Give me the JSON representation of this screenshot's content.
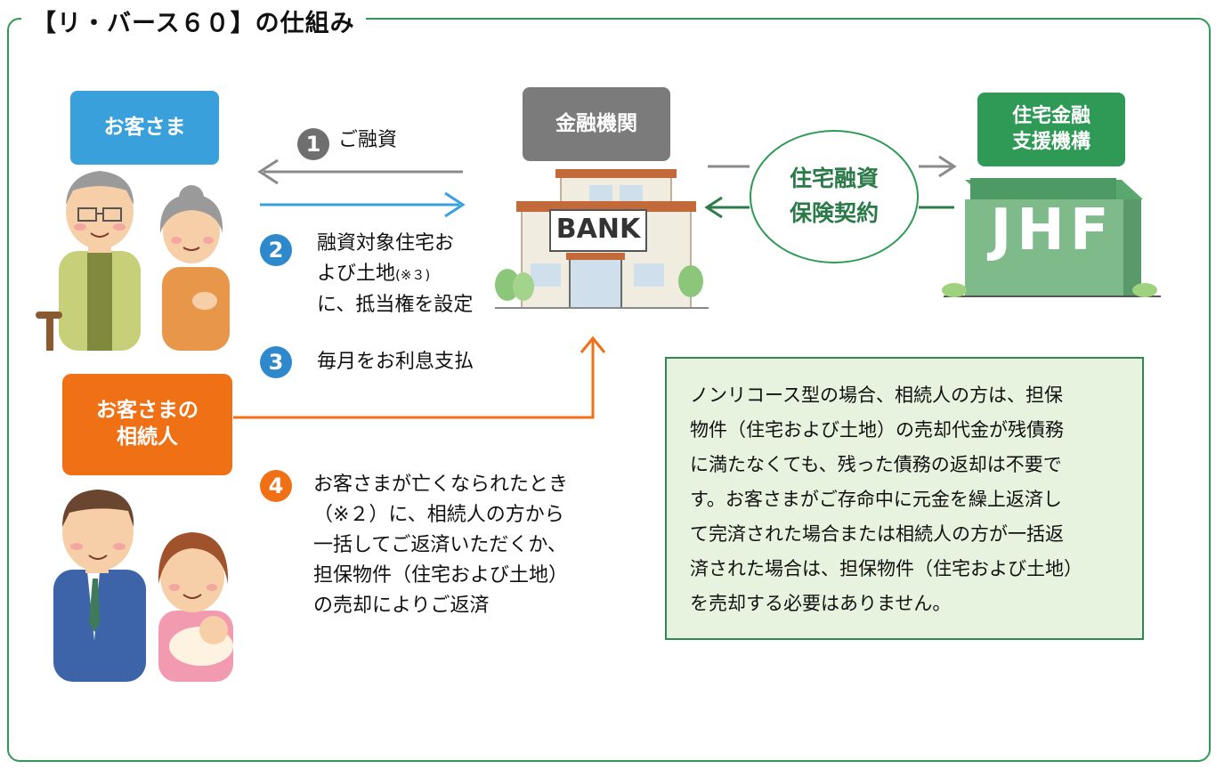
{
  "title": "【リ・バース６０】の仕組み",
  "nodes": {
    "customer": "お客さま",
    "bank": "金融機関",
    "bank_sign": "BANK",
    "thf_line1": "住宅金融",
    "thf_line2": "支援機構",
    "thf_sign": "JHF",
    "heir_line1": "お客さまの",
    "heir_line2": "相続人"
  },
  "contract": {
    "line1": "住宅融資",
    "line2": "保険契約"
  },
  "steps": [
    {
      "num": "1",
      "text": "ご融資"
    },
    {
      "num": "2",
      "line1": "融資対象住宅お",
      "line2a": "よび土地",
      "line2b": "(※３)",
      "line3": "に、抵当権を設定"
    },
    {
      "num": "3",
      "text": "毎月をお利息支払"
    },
    {
      "num": "4",
      "line1": "お客さまが亡くなられたとき",
      "line2": "（※２）に、相続人の方から",
      "line3": "一括してご返済いただくか、",
      "line4": "担保物件（住宅および土地）",
      "line5": "の売却によりご返済"
    }
  ],
  "note_lines": [
    "ノンリコース型の場合、相続人の方は、担保",
    "物件（住宅および土地）の売却代金が残債務",
    "に満たなくても、残った債務の返却は不要で",
    "す。お客さまがご存命中に元金を繰上返済し",
    "て完済された場合または相続人の方が一括返",
    "済された場合は、担保物件（住宅および土地）",
    "を売却する必要はありません。"
  ],
  "colors": {
    "customer": "#3aa0dc",
    "bank": "#7b7b7b",
    "thf": "#2e9a56",
    "heir": "#f07016",
    "note_bg": "#e7f3df",
    "frame": "#2e9a56"
  }
}
